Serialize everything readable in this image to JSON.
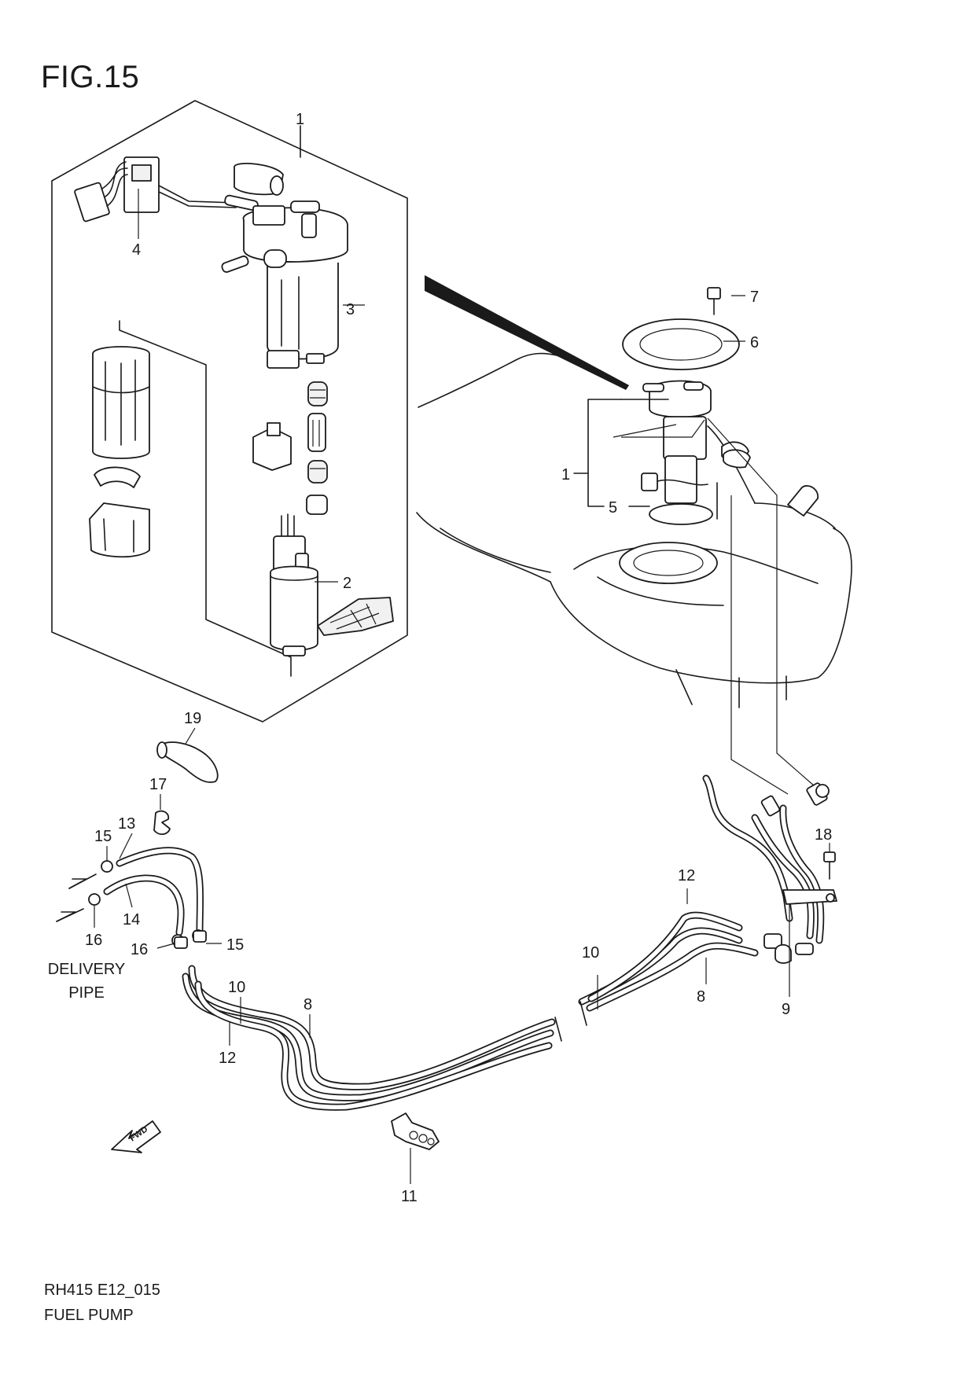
{
  "figure": {
    "title": "FIG.15",
    "code": "RH415 E12_015",
    "name": "FUEL PUMP"
  },
  "labels": {
    "delivery_line1": "DELIVERY",
    "delivery_line2": "PIPE",
    "fwd": "FWD"
  },
  "callouts": {
    "p1_kit": "1",
    "p1_tank": "1",
    "p2": "2",
    "p3": "3",
    "p4": "4",
    "p5": "5",
    "p6": "6",
    "p7": "7",
    "p8_left": "8",
    "p8_right": "8",
    "p9": "9",
    "p10_left": "10",
    "p10_right": "10",
    "p11": "11",
    "p12_left": "12",
    "p12_right": "12",
    "p13": "13",
    "p14": "14",
    "p15_left": "15",
    "p15_right": "15",
    "p16_left": "16",
    "p16_right": "16",
    "p17": "17",
    "p18": "18",
    "p19": "19"
  }
}
